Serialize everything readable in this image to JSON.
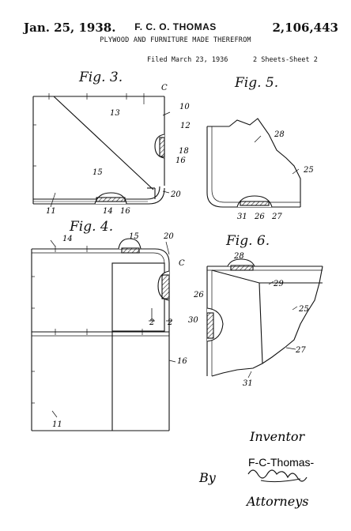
{
  "header": {
    "date": "Jan. 25, 1938.",
    "inventor": "F. C. O. THOMAS",
    "patent_number": "2,106,443",
    "title": "PLYWOOD AND FURNITURE MADE THEREFROM",
    "filed": "Filed March 23, 1936",
    "sheets": "2 Sheets-Sheet 2"
  },
  "figures": {
    "fig3": "Fig. 3.",
    "fig4": "Fig. 4.",
    "fig5": "Fig. 5.",
    "fig6": "Fig. 6."
  },
  "refs": {
    "r13": "13",
    "rC1": "C",
    "r10": "10",
    "r12": "12",
    "r18": "18",
    "r16a": "16",
    "r15a": "15",
    "r11a": "11",
    "r14a": "14",
    "r16b": "16",
    "r20a": "20",
    "r28a": "28",
    "r25a": "25",
    "r31a": "31",
    "r26a": "26",
    "r27a": "27",
    "r14b": "14",
    "r15b": "15",
    "r20b": "20",
    "rC2": "C",
    "r2a": "2",
    "r2b": "2",
    "r16c": "16",
    "r11b": "11",
    "r28b": "28",
    "r29": "29",
    "r26b": "26",
    "r25b": "25",
    "r30": "30",
    "r27b": "27",
    "r31b": "31"
  },
  "signature": {
    "inventor_label": "Inventor",
    "inventor_name": "F-C-Thomas-",
    "by": "By",
    "attorneys": "Attorneys"
  }
}
